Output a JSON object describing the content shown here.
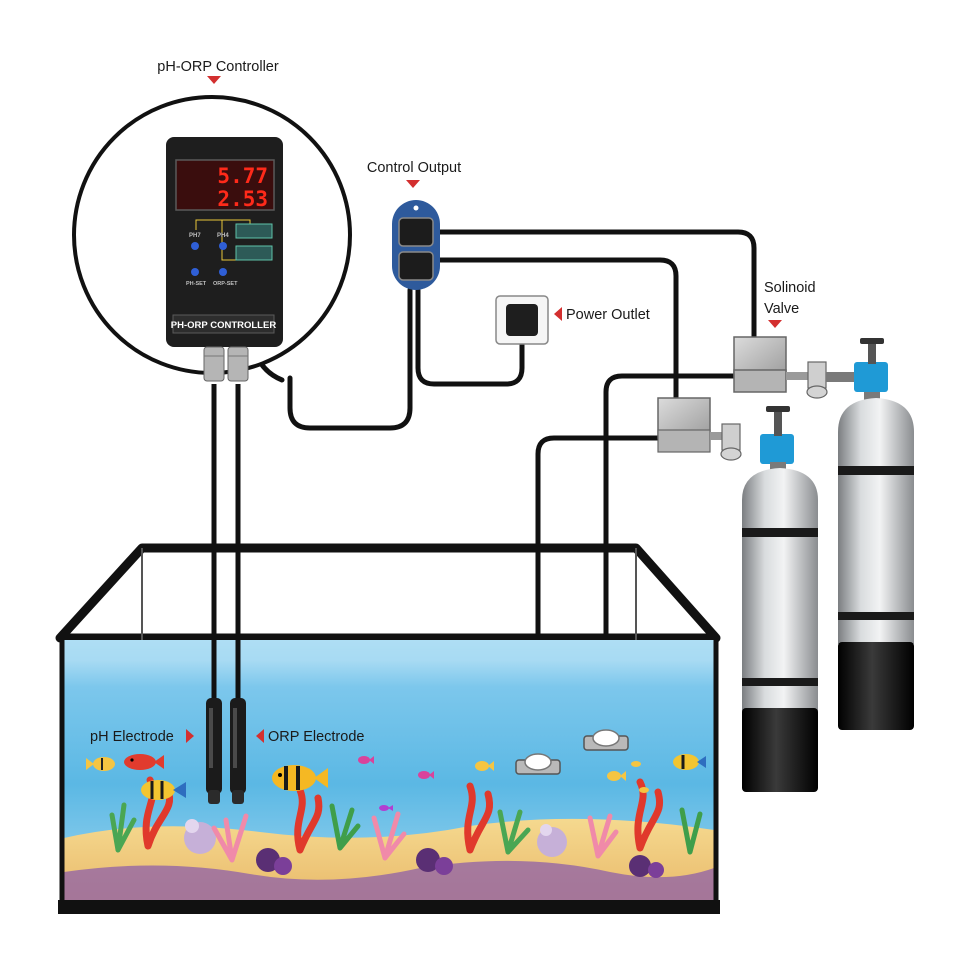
{
  "labels": {
    "controller": "pH-ORP Controller",
    "control_output": "Control Output",
    "power_outlet": "Power Outlet",
    "solenoid_line1": "Solinoid",
    "solenoid_line2": "Valve",
    "ph_electrode": "pH Electrode",
    "orp_electrode": "ORP Electrode"
  },
  "controller": {
    "display_top": "5.77",
    "display_bottom": "2.53",
    "button_left_top": "PH7",
    "button_right_top": "PH4",
    "button_left_bottom": "PH-SET",
    "button_right_bottom": "ORP-SET",
    "plate": "PH-ORP CONTROLLER"
  },
  "colors": {
    "cable": "#111111",
    "label_marker": "#d32f2f",
    "water": "#5bb8e4",
    "valve_knob": "#1f9ad6",
    "cylinder": "#b9bcbf",
    "cylinder_base": "#121212",
    "controller_body": "#1e1e1e",
    "display_digits": "#ff2a1a",
    "control_output_body": "#2e5a9c",
    "power_outlet_socket": "#1e1e1e",
    "tank_frame": "#111111",
    "sand": "#f5cf7e"
  },
  "icons": [
    "pointer-triangle-icon",
    "fish-icon",
    "coral-icon",
    "bubble-diffuser-icon",
    "solenoid-valve-icon",
    "co2-cylinder-icon",
    "electrode-icon",
    "power-plug-icon"
  ]
}
